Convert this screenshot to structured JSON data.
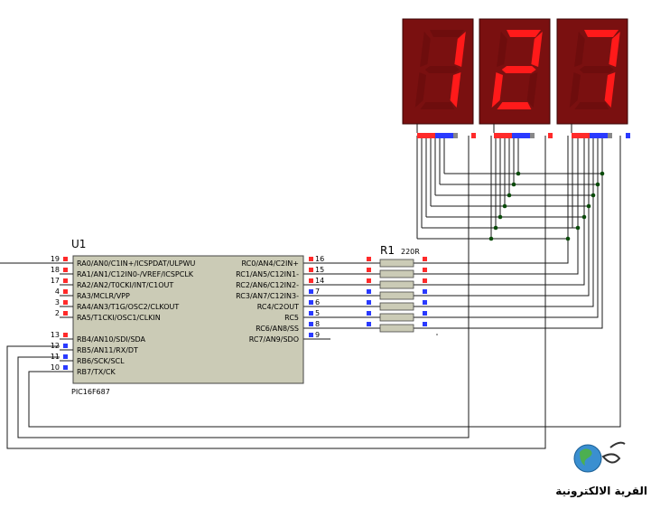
{
  "chip": {
    "ref": "U1",
    "part": "PIC16F687",
    "left_pins": [
      {
        "num": "19",
        "name": "RA0/AN0/C1IN+/ICSPDAT/ULPWU"
      },
      {
        "num": "18",
        "name": "RA1/AN1/C12IN0-/VREF/ICSPCLK"
      },
      {
        "num": "17",
        "name": "RA2/AN2/T0CKI/INT/C1OUT"
      },
      {
        "num": "4",
        "name": "RA3/MCLR/VPP"
      },
      {
        "num": "3",
        "name": "RA4/AN3/T1G/OSC2/CLKOUT"
      },
      {
        "num": "2",
        "name": "RA5/T1CKI/OSC1/CLKIN"
      },
      {
        "num": "13",
        "name": "RB4/AN10/SDI/SDA"
      },
      {
        "num": "12",
        "name": "RB5/AN11/RX/DT"
      },
      {
        "num": "11",
        "name": "RB6/SCK/SCL"
      },
      {
        "num": "10",
        "name": "RB7/TX/CK"
      }
    ],
    "right_pins": [
      {
        "num": "16",
        "name": "RC0/AN4/C2IN+"
      },
      {
        "num": "15",
        "name": "RC1/AN5/C12IN1-"
      },
      {
        "num": "14",
        "name": "RC2/AN6/C12IN2-"
      },
      {
        "num": "7",
        "name": "RC3/AN7/C12IN3-"
      },
      {
        "num": "6",
        "name": "RC4/C2OUT"
      },
      {
        "num": "5",
        "name": "RC5"
      },
      {
        "num": "8",
        "name": "RC6/AN8/SS"
      },
      {
        "num": "9",
        "name": "RC7/AN9/SDO"
      }
    ]
  },
  "resistor_pack": {
    "ref": "R1",
    "value": "220R"
  },
  "displays": {
    "digits": [
      "1",
      "2",
      "7"
    ],
    "lit_segments": [
      [
        "b",
        "c"
      ],
      [
        "a",
        "b",
        "g",
        "e",
        "d"
      ],
      [
        "a",
        "b",
        "c"
      ]
    ],
    "on_color": "#ff1a1a",
    "off_color": "#6e0d0d",
    "body_color": "#7a1010"
  },
  "colors": {
    "chip_fill": "#cbcbb6",
    "wire": "#1a1a1a",
    "pin_high": "#ff2a2a",
    "pin_low": "#2a3aff",
    "junction": "#0a4a0a"
  },
  "watermark": {
    "text": "القرية الالكترونية"
  }
}
